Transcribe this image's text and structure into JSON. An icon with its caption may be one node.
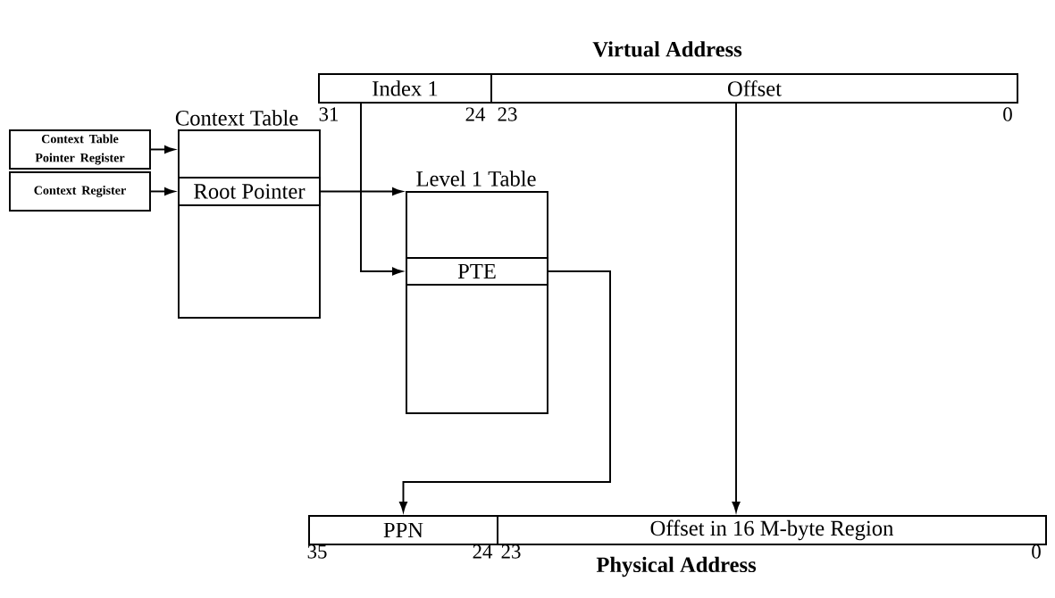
{
  "diagram": {
    "nodes": [
      {
        "text": [
          "Virtual Address"
        ]
      },
      {
        "text": [
          "Index 1"
        ],
        "in": 0
      },
      {
        "text": [
          "Offset"
        ],
        "in": 0
      },
      {
        "text": [
          "Context Table Pointer Register"
        ]
      },
      {
        "text": [
          "Context Register"
        ]
      },
      {
        "text": [
          "Context Table"
        ]
      },
      {
        "text": [
          "Root Pointer"
        ],
        "in": 5
      },
      {
        "text": [
          "Level 1 Table"
        ]
      },
      {
        "text": [
          "PTE"
        ],
        "in": 7
      },
      {
        "text": [
          "Physical Address"
        ]
      },
      {
        "text": [
          "PPN"
        ],
        "in": 9
      },
      {
        "text": [
          "Offset in 16 M-byte Region"
        ],
        "in": 9
      }
    ],
    "edges": [
      {
        "from": 3,
        "to": 5,
        "arrow": "to"
      },
      {
        "from": 4,
        "to": 6,
        "arrow": "to"
      },
      {
        "from": 6,
        "to": 7,
        "arrow": "to"
      },
      {
        "from": 1,
        "to": 8,
        "arrow": "to"
      },
      {
        "from": 8,
        "to": 10,
        "arrow": "to"
      },
      {
        "from": 2,
        "to": 11,
        "arrow": "to"
      }
    ],
    "labels": [
      "31",
      "24",
      "23",
      "0",
      "35",
      "24",
      "23",
      "0"
    ]
  }
}
